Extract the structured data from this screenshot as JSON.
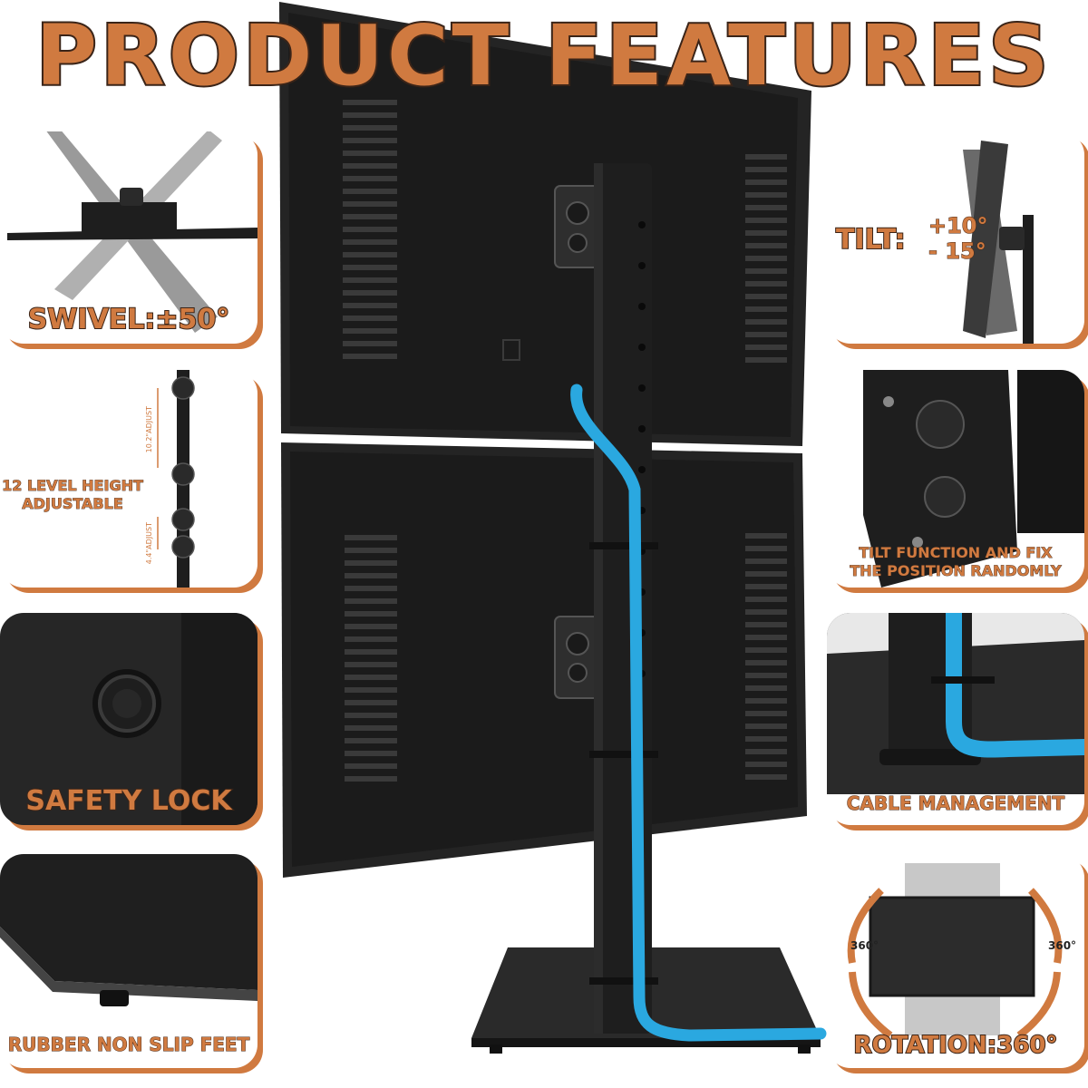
{
  "title": "PRODUCT FEATURES",
  "features": {
    "swivel": {
      "label": "SWIVEL:±50°"
    },
    "height": {
      "label_line1": "12 LEVEL HEIGHT",
      "label_line2": "ADJUSTABLE",
      "upper_adjust": "10.2\"ADJUST",
      "lower_adjust": "4.4\"ADJUST"
    },
    "lock": {
      "label": "SAFETY LOCK"
    },
    "feet": {
      "label": "RUBBER NON SLIP FEET"
    },
    "tilt": {
      "prefix": "TILT:",
      "up": "+10°",
      "down": "- 15°"
    },
    "tilt_function": {
      "label_line1": "TILT FUNCTION AND FIX",
      "label_line2": "THE POSITION RANDOMLY"
    },
    "cable": {
      "label": "CABLE MANAGEMENT"
    },
    "rotation": {
      "label": "ROTATION:360°",
      "left_degree": "360°",
      "right_degree": "360°"
    }
  },
  "colors": {
    "accent": "#d07a40",
    "cable": "#2aa8e0",
    "stand": "#1e1e1e"
  }
}
